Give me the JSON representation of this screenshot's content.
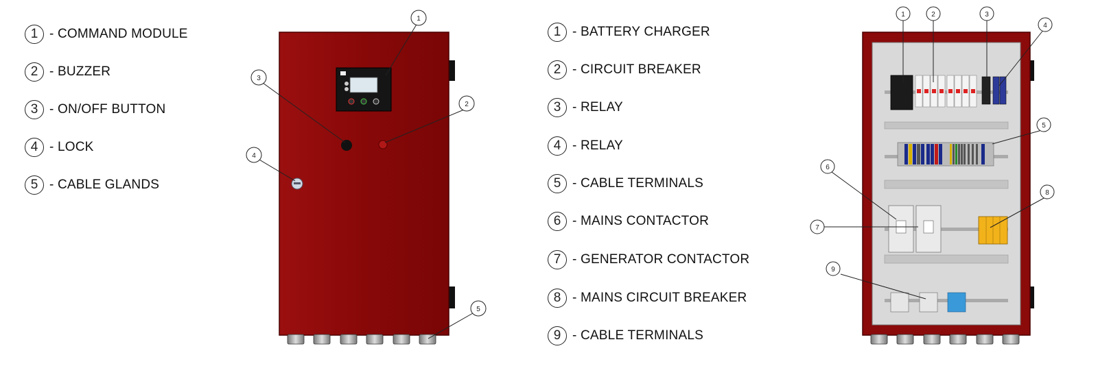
{
  "left_legend": {
    "items": [
      {
        "num": "1",
        "label": "- COMMAND MODULE"
      },
      {
        "num": "2",
        "label": "- BUZZER"
      },
      {
        "num": "3",
        "label": "- ON/OFF BUTTON"
      },
      {
        "num": "4",
        "label": "- LOCK"
      },
      {
        "num": "5",
        "label": "- CABLE GLANDS"
      }
    ]
  },
  "right_legend": {
    "items": [
      {
        "num": "1",
        "label": "- BATTERY CHARGER"
      },
      {
        "num": "2",
        "label": "- CIRCUIT BREAKER"
      },
      {
        "num": "3",
        "label": "- RELAY"
      },
      {
        "num": "4",
        "label": "- RELAY"
      },
      {
        "num": "5",
        "label": "- CABLE TERMINALS"
      },
      {
        "num": "6",
        "label": "- MAINS CONTACTOR"
      },
      {
        "num": "7",
        "label": "- GENERATOR CONTACTOR"
      },
      {
        "num": "8",
        "label": "- MAINS CIRCUIT BREAKER"
      },
      {
        "num": "9",
        "label": "- CABLE TERMINALS"
      }
    ]
  },
  "front_callouts": [
    "1",
    "2",
    "3",
    "4",
    "5"
  ],
  "interior_callouts": [
    "1",
    "2",
    "3",
    "4",
    "5",
    "6",
    "7",
    "8",
    "9"
  ],
  "colors": {
    "cabinet_red": "#8b0a0a",
    "cabinet_edge": "#5a0000",
    "mounting_plate": "#d9d9d9",
    "terminal_blue": "#2d3a9a",
    "breaker_yellow": "#f2b21a",
    "terminal_cyan": "#3a9ad9"
  }
}
